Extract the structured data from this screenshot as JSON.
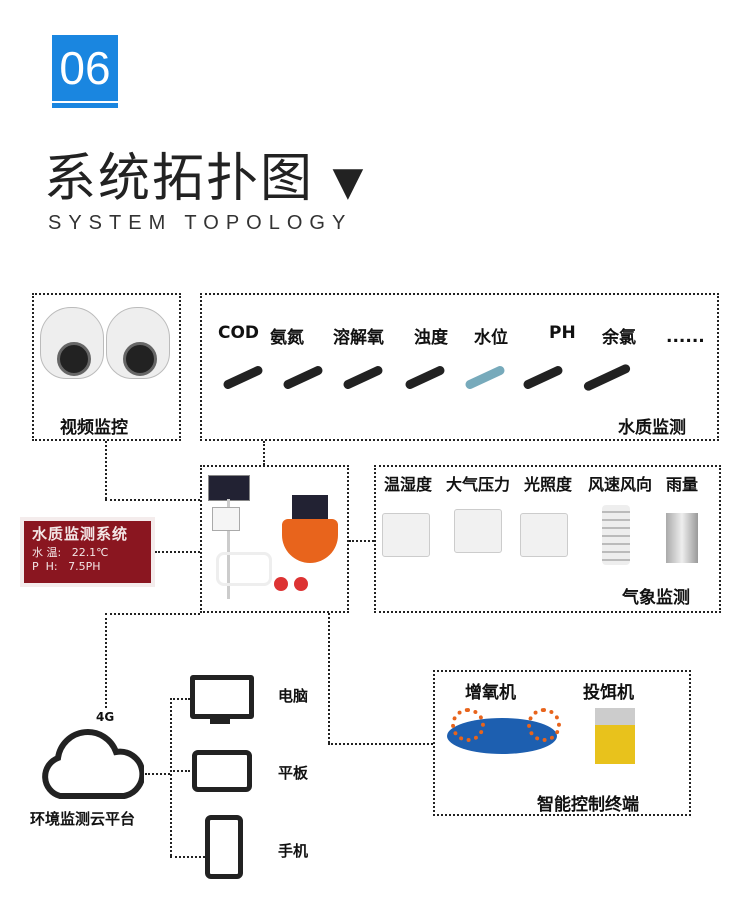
{
  "header": {
    "number": "06",
    "title": "系统拓扑图",
    "arrow": "▼",
    "subtitle": "SYSTEM TOPOLOGY"
  },
  "video": {
    "label": "视频监控"
  },
  "water": {
    "items": [
      "COD",
      "氨氮",
      "溶解氧",
      "浊度",
      "水位",
      "PH",
      "余氯",
      "......"
    ],
    "label": "水质监测"
  },
  "weather": {
    "items": [
      "温湿度",
      "大气压力",
      "光照度",
      "风速风向",
      "雨量"
    ],
    "label": "气象监测"
  },
  "display": {
    "title": "水质监测系统",
    "row1": "水 温:   22.1℃",
    "row2": "P  H:   7.5PH"
  },
  "cloud": {
    "network": "4G",
    "label": "环境监测云平台"
  },
  "terminals": {
    "pc": "电脑",
    "tablet": "平板",
    "phone": "手机"
  },
  "control": {
    "aerator": "增氧机",
    "feeder": "投饵机",
    "label": "智能控制终端"
  },
  "colors": {
    "accent": "#1a86e0",
    "display": "#8a1620"
  }
}
